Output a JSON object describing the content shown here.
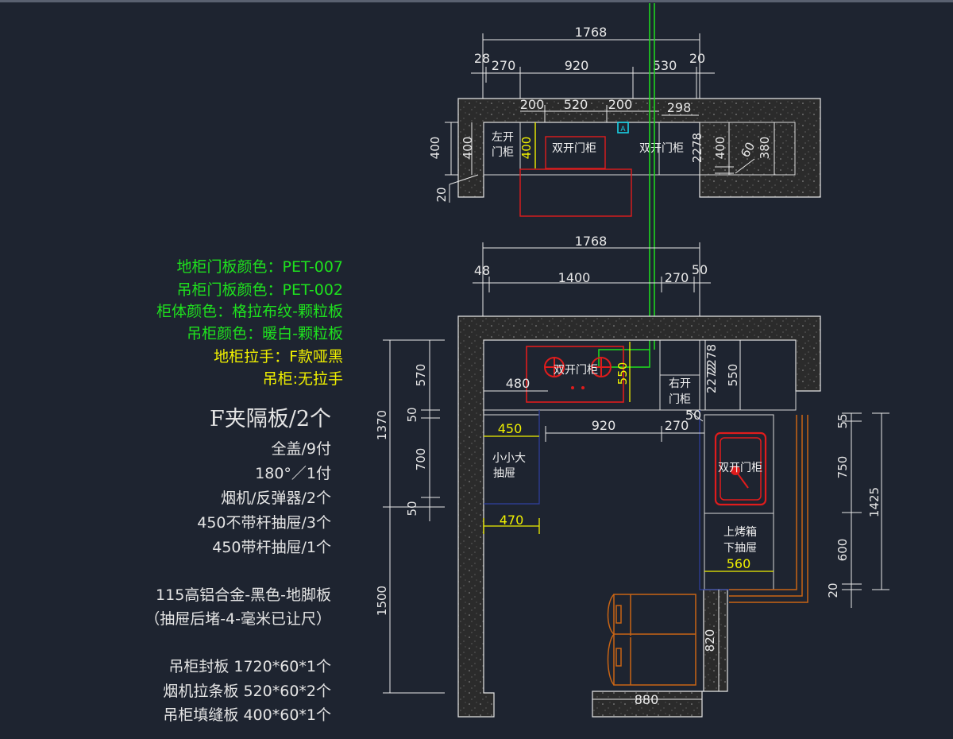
{
  "notes": {
    "base_door_color": "地柜门板颜色：PET-007",
    "wall_door_color": "吊柜门板颜色：PET-002",
    "carcass_color": "柜体颜色：格拉布纹-颗粒板",
    "wall_cab_color": "吊柜颜色：暖白-颗粒板",
    "base_handle": "地柜拉手：F款哑黑",
    "wall_handle": "吊柜:无拉手",
    "shelf": "F夹隔板/2个",
    "hinge_full": "全盖/9付",
    "hinge_180": "180°／1付",
    "hood_rebound": "烟机/反弹器/2个",
    "drawer_no_rod": "450不带杆抽屉/3个",
    "drawer_rod": "450带杆抽屉/1个",
    "plinth": "115高铝合金-黑色-地脚板",
    "drawer_note": "（抽屉后堵-4-毫米已让尺）",
    "wall_seal": "吊柜封板  1720*60*1个",
    "hood_strip": "烟机拉条板  520*60*2个",
    "wall_filler": "吊柜填缝板  400*60*1个"
  },
  "labels": {
    "left_open": "左开",
    "door_cab": "门柜",
    "double_door": "双开门柜",
    "right_open": "右开",
    "small_big": "小小大",
    "drawer": "抽屉",
    "oven": "上烤箱",
    "lower_drawer": "下抽屉",
    "marker": "A"
  },
  "dims": {
    "top_total": "1768",
    "t28": "28",
    "t270": "270",
    "t920": "920",
    "t530": "530",
    "t20": "20",
    "h200a": "200",
    "h520": "520",
    "h200b": "200",
    "h298": "298",
    "v400a": "400",
    "v400b": "400",
    "v400y": "400",
    "v2278": "2278",
    "v400c": "400",
    "v60": "60",
    "v380": "380",
    "v20": "20",
    "b_total": "1768",
    "b48": "48",
    "b1400": "1400",
    "b270": "270",
    "b50": "50",
    "b480": "480",
    "b550y": "550",
    "b2272": "2272",
    "b2278": "2278",
    "b550": "550",
    "b450": "450",
    "b920": "920",
    "b270b": "270",
    "b50b": "50",
    "b470": "470",
    "b560": "560",
    "b880": "880",
    "b820": "820",
    "l570": "570",
    "l50a": "50",
    "l700": "700",
    "l50b": "50",
    "l1370": "1370",
    "l1500": "1500",
    "r55": "55",
    "r750": "750",
    "r600": "600",
    "r20": "20",
    "r1425": "1425"
  },
  "colors": {
    "background": "#1e2430",
    "green": "#1ee11e",
    "yellow": "#f0f000",
    "red": "#e01c1c",
    "orange": "#c86414",
    "cyan": "#19d2e6",
    "wall": "#2b2b2b"
  }
}
